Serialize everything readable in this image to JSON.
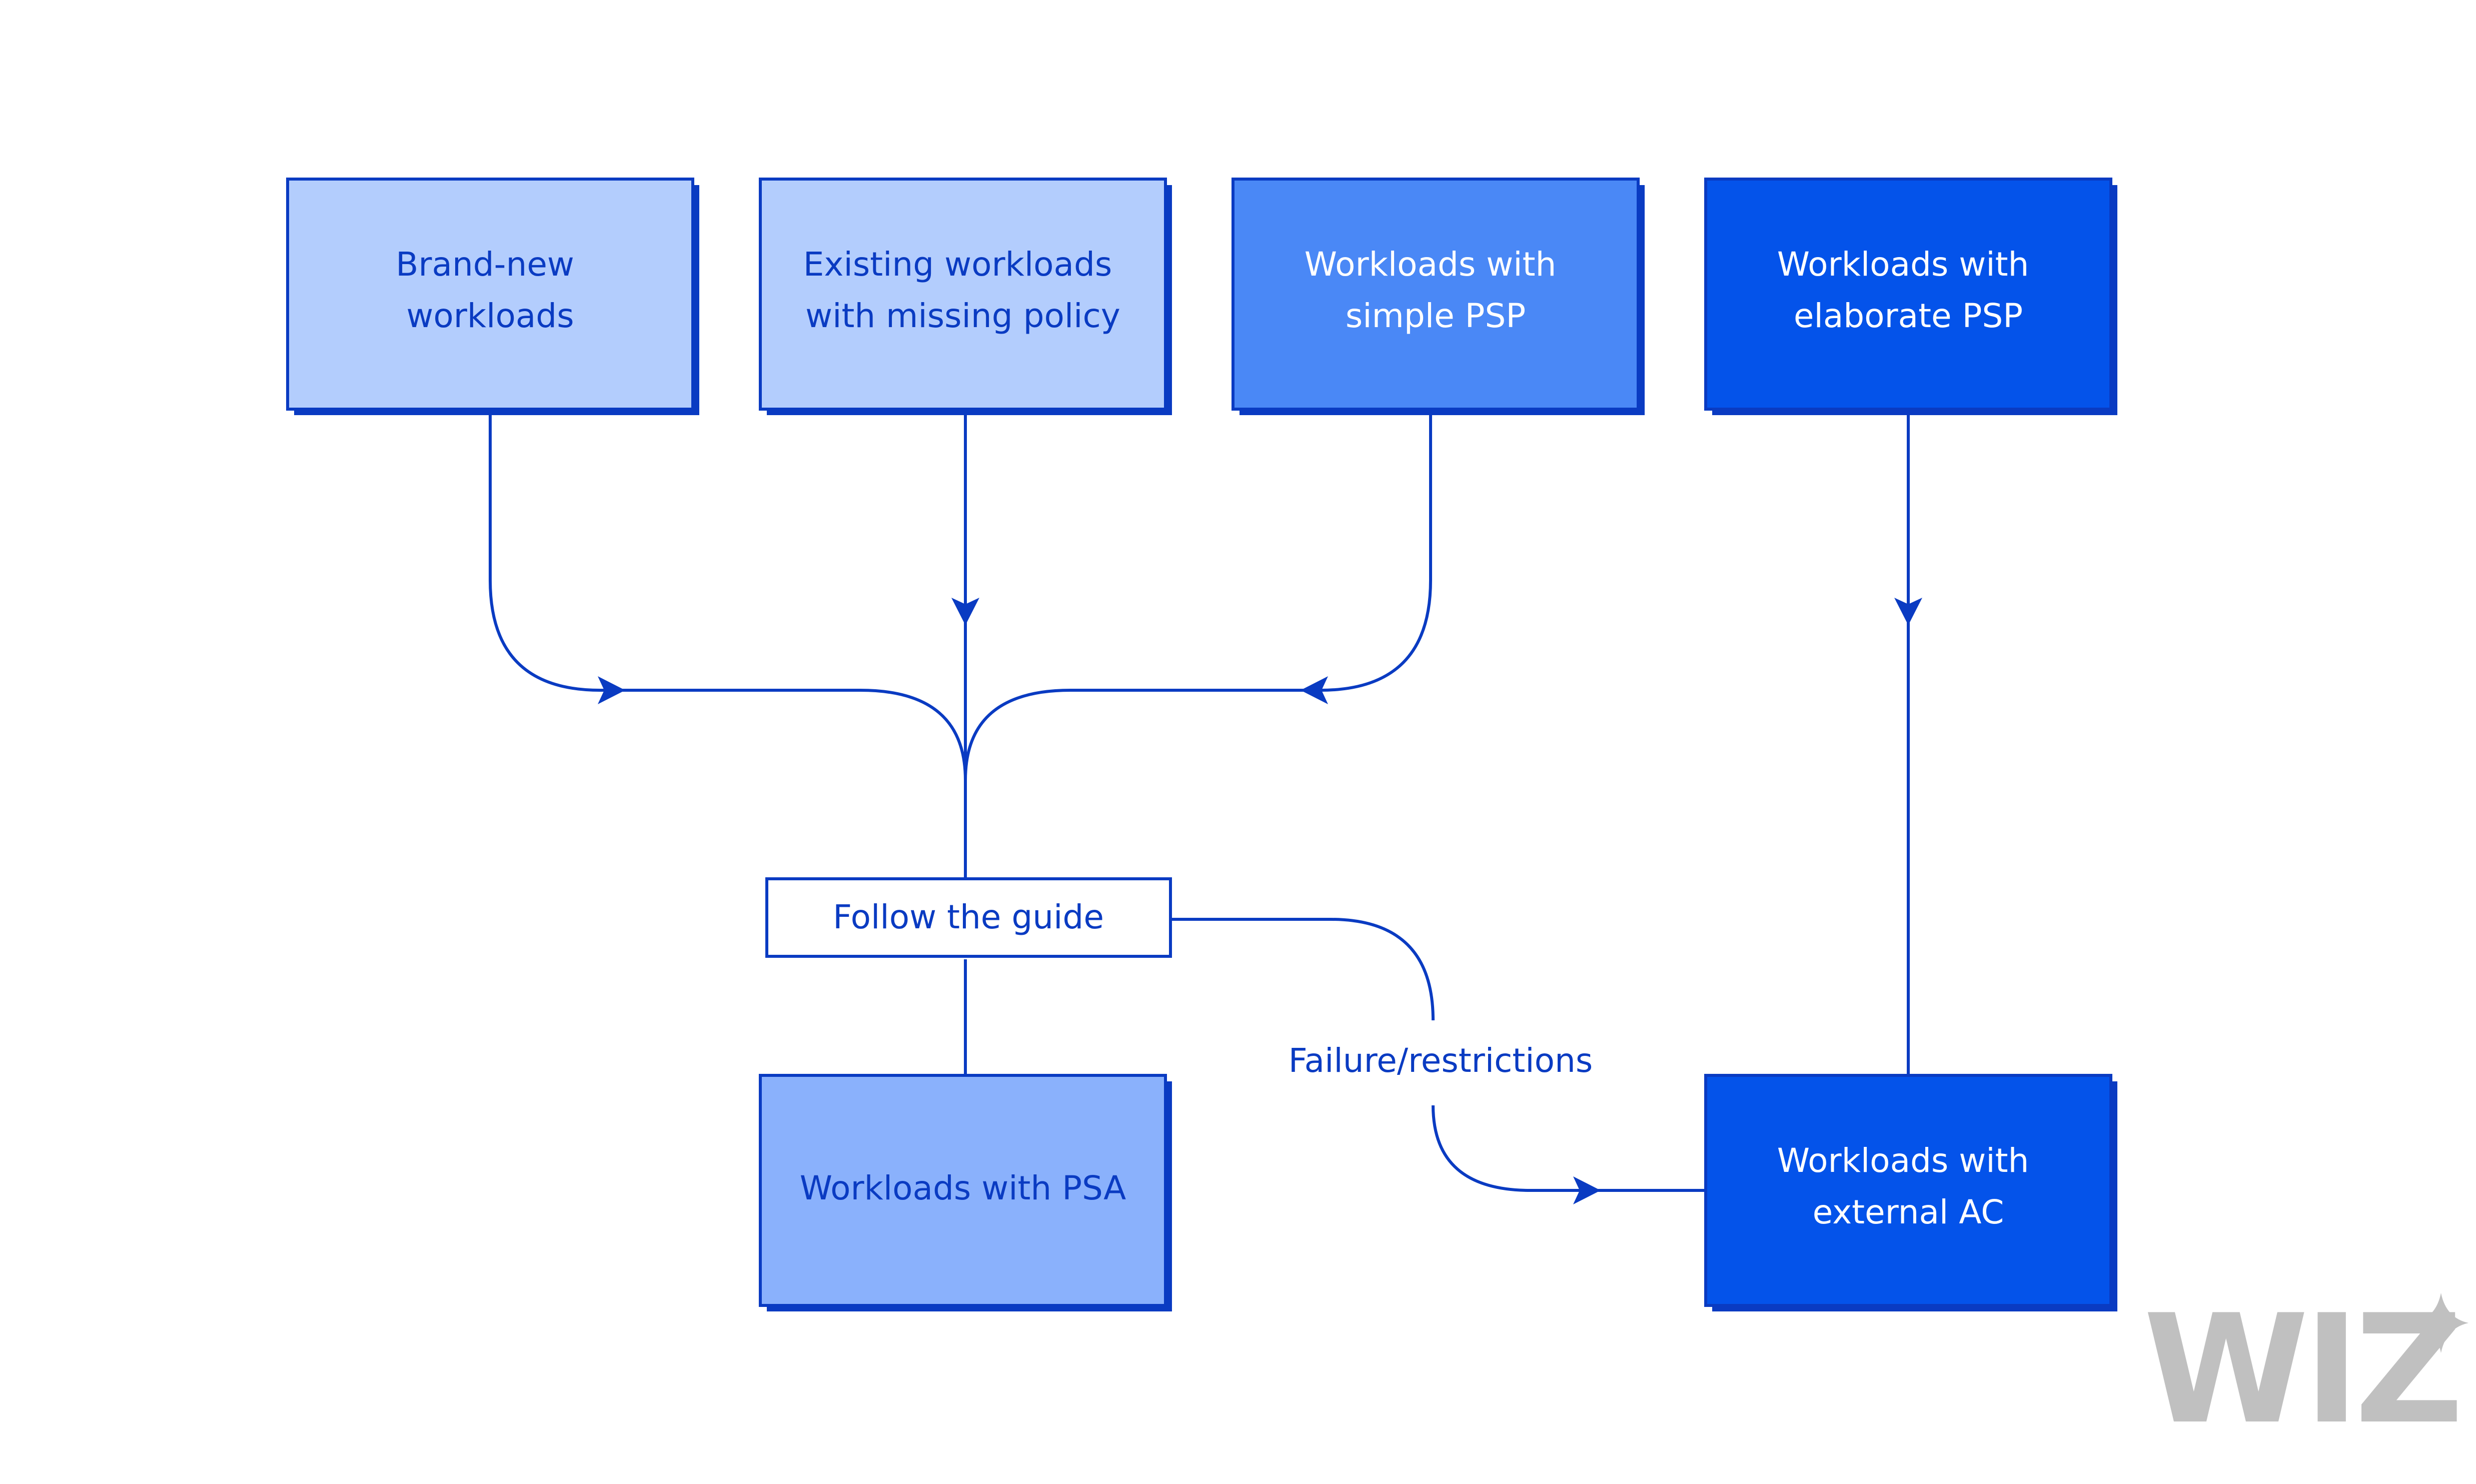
{
  "colors": {
    "stroke": "#0a3bc2",
    "text_dark": "#0a3bc2",
    "text_light": "#ffffff",
    "fill_lightest": "#b3cdfd",
    "fill_light": "#8ab1fc",
    "fill_medium": "#4a88f6",
    "fill_dark": "#0453ea",
    "fill_white": "#ffffff",
    "watermark": "#c0c0c0"
  },
  "nodes": {
    "brand_new": {
      "lines": [
        "Brand-new",
        "workloads"
      ]
    },
    "existing": {
      "lines": [
        "Existing workloads",
        "with missing policy"
      ]
    },
    "simple_psp": {
      "lines": [
        "Workloads with",
        "simple PSP"
      ]
    },
    "elaborate_psp": {
      "lines": [
        "Workloads with",
        "elaborate PSP"
      ]
    },
    "guide": {
      "label": "Follow the guide"
    },
    "psa": {
      "label": "Workloads with PSA"
    },
    "external_ac": {
      "lines": [
        "Workloads with",
        "external AC"
      ]
    }
  },
  "edges": {
    "failure_label": "Failure/restrictions"
  },
  "watermark": {
    "text": "WIZ",
    "icon": "sparkle-icon"
  }
}
